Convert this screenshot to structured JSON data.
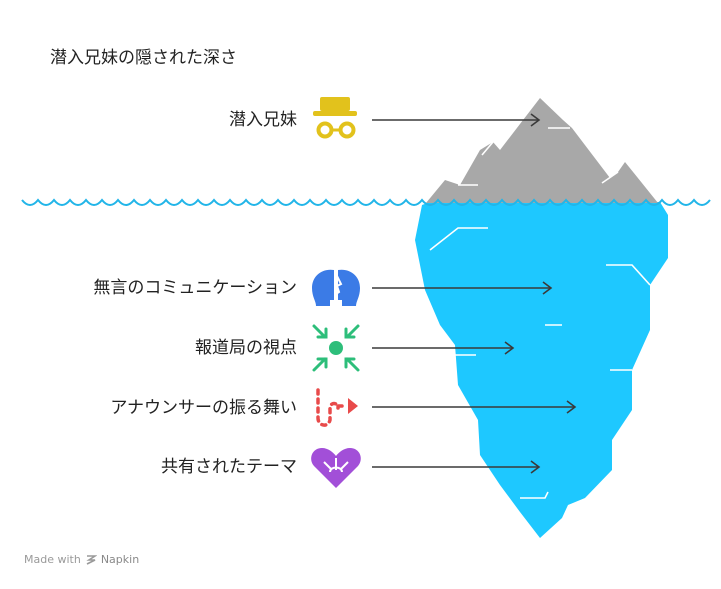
{
  "title": "潜入兄妹の隠された深さ",
  "items": [
    {
      "label": "潜入兄妹",
      "icon": "spy-hat-glasses-icon",
      "color": "#E2C21C"
    },
    {
      "label": "無言のコミュニケーション",
      "icon": "two-faces-icon",
      "color": "#3B7BE6"
    },
    {
      "label": "報道局の視点",
      "icon": "focus-arrows-icon",
      "color": "#2DBE7A"
    },
    {
      "label": "アナウンサーの振る舞い",
      "icon": "dashed-path-arrow-icon",
      "color": "#E84A4A"
    },
    {
      "label": "共有されたテーマ",
      "icon": "puzzle-heart-icon",
      "color": "#A24FD8"
    }
  ],
  "colors": {
    "iceberg_top": "#A8A8A8",
    "iceberg_bottom": "#1EC8FF",
    "water_line": "#22B5E8"
  },
  "footer": {
    "made_with": "Made with",
    "brand": "Napkin"
  }
}
